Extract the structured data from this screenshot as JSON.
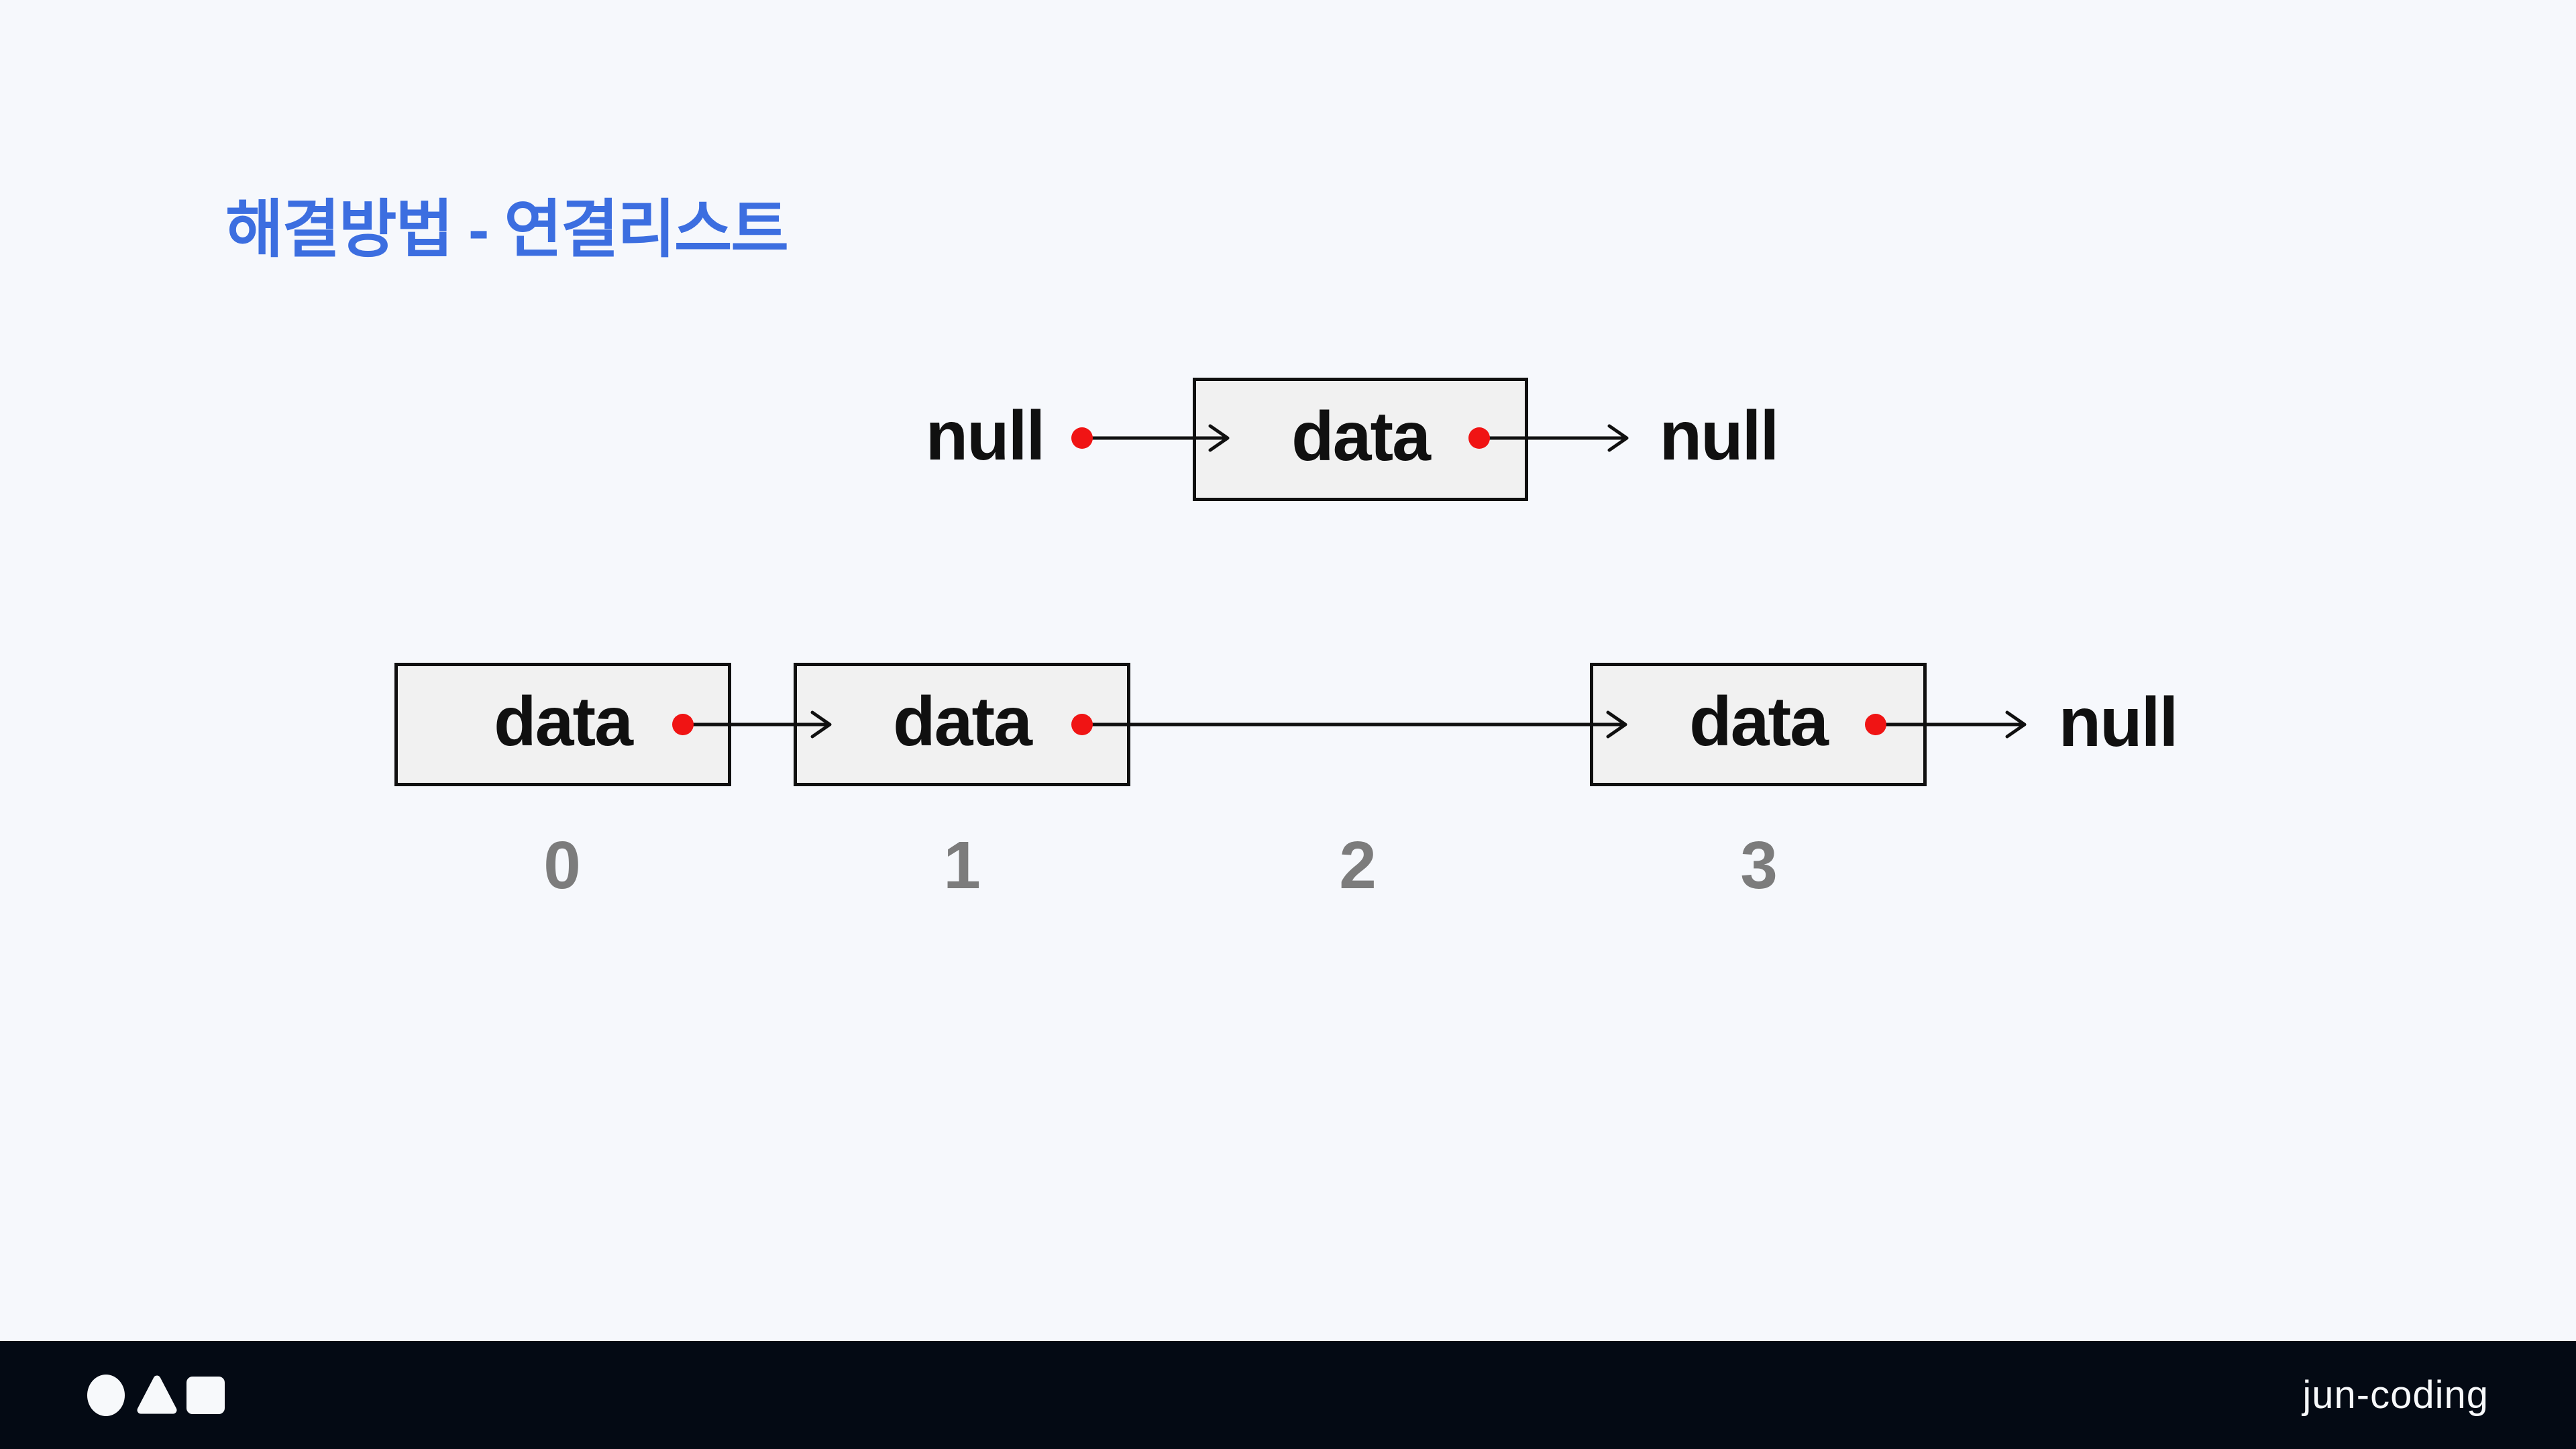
{
  "slide": {
    "title": "해결방법 - 연결리스트"
  },
  "top_list": {
    "head_label": "null",
    "node_label": "data",
    "tail_label": "null"
  },
  "bottom_list": {
    "node_labels": [
      "data",
      "data",
      "data"
    ],
    "tail_label": "null",
    "indices": [
      "0",
      "1",
      "2",
      "3"
    ]
  },
  "footer": {
    "brand": "jun-coding",
    "logo_shapes": [
      "circle",
      "triangle",
      "square"
    ]
  },
  "colors": {
    "title_blue": "#3c6ee0",
    "pointer_red": "#f01414",
    "box_fill": "#f1f1f1",
    "box_border": "#101010",
    "background": "#f6f8fc",
    "footer_bg": "#040a14",
    "footer_fg": "#f7f9fb",
    "index_gray": "#7c7c7c"
  }
}
